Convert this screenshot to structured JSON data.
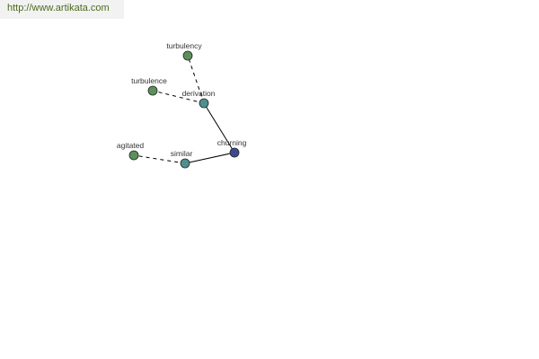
{
  "banner": {
    "url": "http://www.artikata.com"
  },
  "colors": {
    "root": "#3c4a95",
    "level1": "#4f8f8f",
    "level2": "#5c8f5c",
    "edge": "#000000"
  },
  "graph": {
    "nodes": [
      {
        "id": "churning",
        "label": "churning",
        "kind": "root"
      },
      {
        "id": "derivation",
        "label": "derivation",
        "kind": "level1"
      },
      {
        "id": "similar",
        "label": "similar",
        "kind": "level1"
      },
      {
        "id": "turbulency",
        "label": "turbulency",
        "kind": "level2"
      },
      {
        "id": "turbulence",
        "label": "turbulence",
        "kind": "level2"
      },
      {
        "id": "agitated",
        "label": "agitated",
        "kind": "level2"
      }
    ],
    "edges": [
      {
        "from": "churning",
        "to": "derivation",
        "style": "solid"
      },
      {
        "from": "churning",
        "to": "similar",
        "style": "solid"
      },
      {
        "from": "derivation",
        "to": "turbulency",
        "style": "dashed"
      },
      {
        "from": "derivation",
        "to": "turbulence",
        "style": "dashed"
      },
      {
        "from": "similar",
        "to": "agitated",
        "style": "dashed"
      }
    ]
  }
}
